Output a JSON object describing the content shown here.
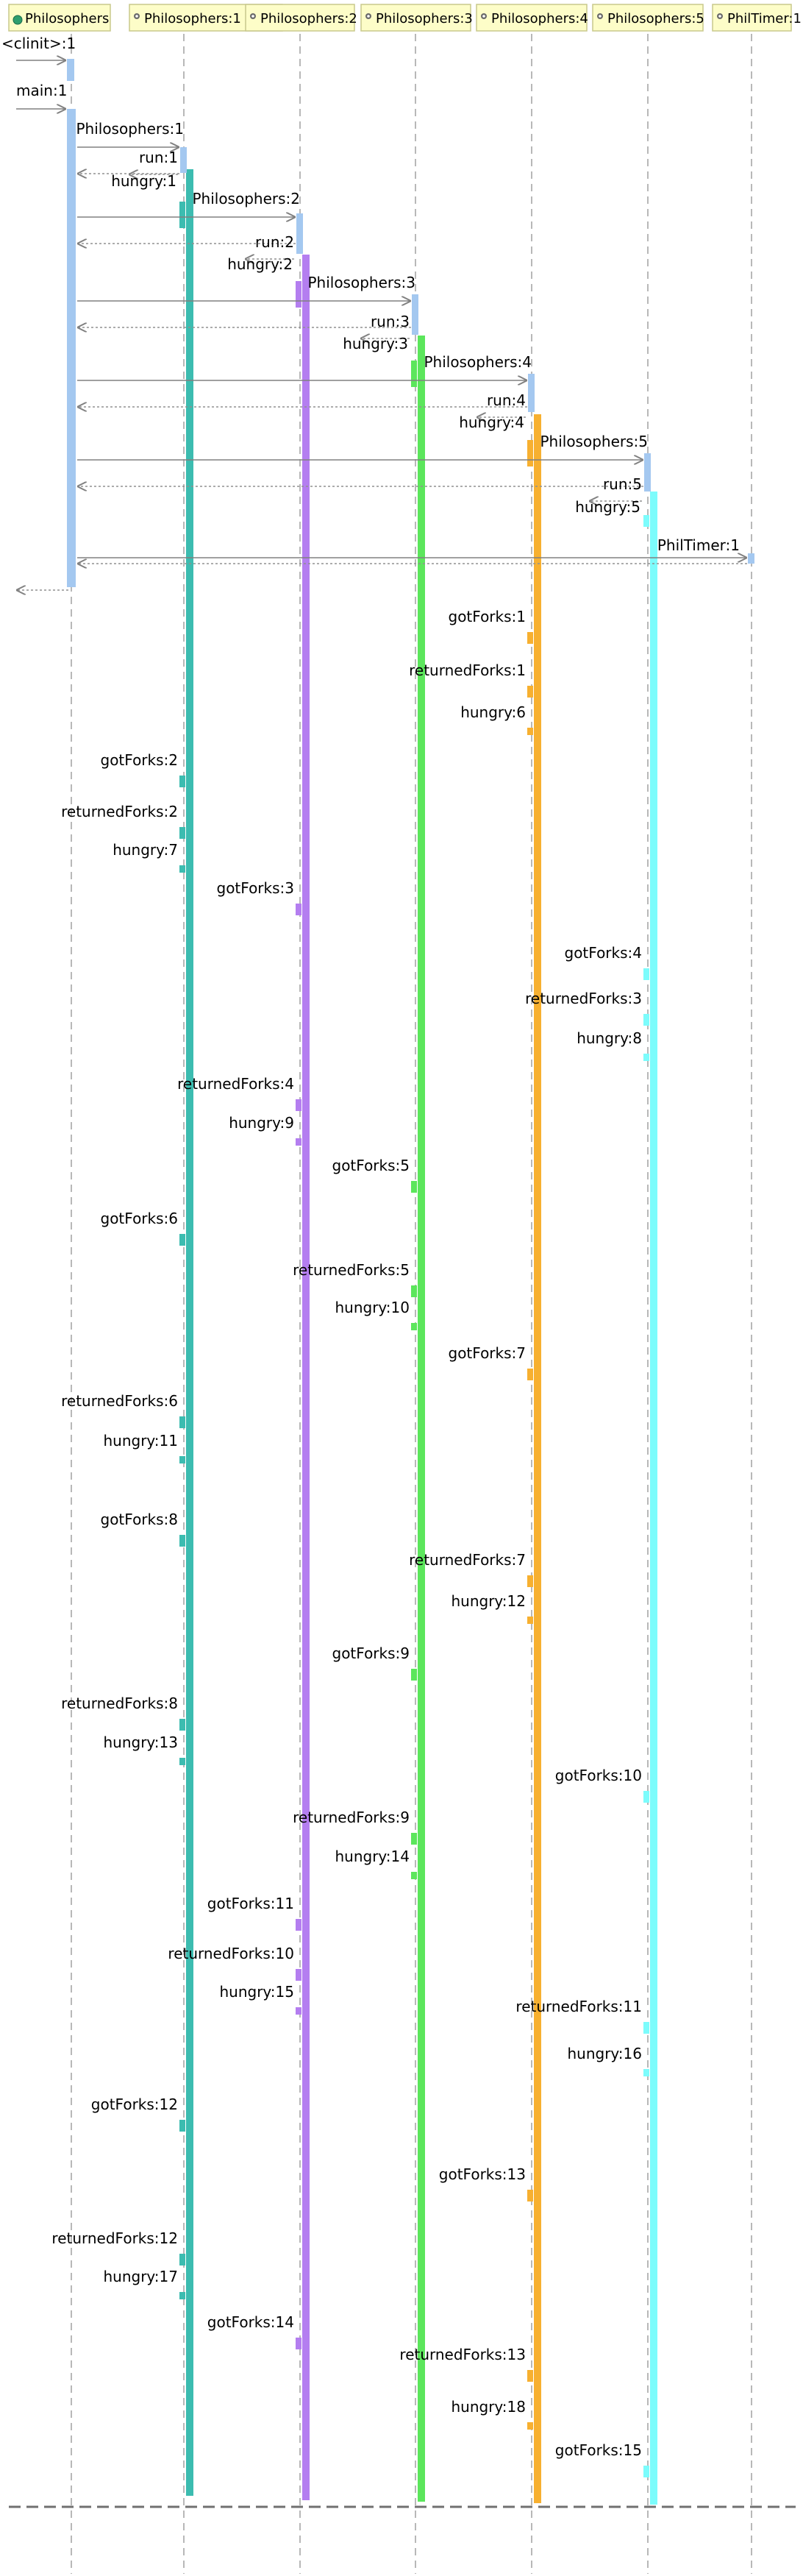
{
  "colors": {
    "header_fill": "#fdfdc8",
    "header_stroke": "#c8c88c",
    "header_icon": "#2e9e6e",
    "lifeline": "#b8b8b8",
    "arrow": "#808080",
    "main_activation": "#a4c8f0",
    "bottom_divider": "#707070"
  },
  "header_icon": "class-icon",
  "participants": [
    {
      "label": "Philosophers",
      "color": "#a4c8f0"
    },
    {
      "label": "Philosophers:1",
      "color": "#3cbcb0"
    },
    {
      "label": "Philosophers:2",
      "color": "#b47ef0"
    },
    {
      "label": "Philosophers:3",
      "color": "#5ce65c"
    },
    {
      "label": "Philosophers:4",
      "color": "#f7b030"
    },
    {
      "label": "Philosophers:5",
      "color": "#7cfcfc"
    },
    {
      "label": "PhilTimer:1",
      "color": "#a4c8f0"
    }
  ],
  "setup_messages": [
    {
      "label": "<clinit>:1"
    },
    {
      "label": "main:1"
    },
    {
      "label": "Philosophers:1"
    },
    {
      "label": "run:1"
    },
    {
      "label": "hungry:1"
    },
    {
      "label": "Philosophers:2"
    },
    {
      "label": "run:2"
    },
    {
      "label": "hungry:2"
    },
    {
      "label": "Philosophers:3"
    },
    {
      "label": "run:3"
    },
    {
      "label": "hungry:3"
    },
    {
      "label": "Philosophers:4"
    },
    {
      "label": "run:4"
    },
    {
      "label": "hungry:4"
    },
    {
      "label": "Philosophers:5"
    },
    {
      "label": "run:5"
    },
    {
      "label": "hungry:5"
    },
    {
      "label": "PhilTimer:1"
    }
  ],
  "self_messages": [
    {
      "label": "gotForks:1",
      "lifeline": 4
    },
    {
      "label": "returnedForks:1",
      "lifeline": 4
    },
    {
      "label": "hungry:6",
      "lifeline": 4
    },
    {
      "label": "gotForks:2",
      "lifeline": 1
    },
    {
      "label": "returnedForks:2",
      "lifeline": 1
    },
    {
      "label": "hungry:7",
      "lifeline": 1
    },
    {
      "label": "gotForks:3",
      "lifeline": 2
    },
    {
      "label": "gotForks:4",
      "lifeline": 5
    },
    {
      "label": "returnedForks:3",
      "lifeline": 5
    },
    {
      "label": "hungry:8",
      "lifeline": 5
    },
    {
      "label": "returnedForks:4",
      "lifeline": 2
    },
    {
      "label": "hungry:9",
      "lifeline": 2
    },
    {
      "label": "gotForks:5",
      "lifeline": 3
    },
    {
      "label": "gotForks:6",
      "lifeline": 1
    },
    {
      "label": "returnedForks:5",
      "lifeline": 3
    },
    {
      "label": "hungry:10",
      "lifeline": 3
    },
    {
      "label": "gotForks:7",
      "lifeline": 4
    },
    {
      "label": "returnedForks:6",
      "lifeline": 1
    },
    {
      "label": "hungry:11",
      "lifeline": 1
    },
    {
      "label": "gotForks:8",
      "lifeline": 1
    },
    {
      "label": "returnedForks:7",
      "lifeline": 4
    },
    {
      "label": "hungry:12",
      "lifeline": 4
    },
    {
      "label": "gotForks:9",
      "lifeline": 3
    },
    {
      "label": "returnedForks:8",
      "lifeline": 1
    },
    {
      "label": "hungry:13",
      "lifeline": 1
    },
    {
      "label": "gotForks:10",
      "lifeline": 5
    },
    {
      "label": "returnedForks:9",
      "lifeline": 3
    },
    {
      "label": "hungry:14",
      "lifeline": 3
    },
    {
      "label": "gotForks:11",
      "lifeline": 2
    },
    {
      "label": "returnedForks:10",
      "lifeline": 2
    },
    {
      "label": "hungry:15",
      "lifeline": 2
    },
    {
      "label": "returnedForks:11",
      "lifeline": 5
    },
    {
      "label": "hungry:16",
      "lifeline": 5
    },
    {
      "label": "gotForks:12",
      "lifeline": 1
    },
    {
      "label": "gotForks:13",
      "lifeline": 4
    },
    {
      "label": "returnedForks:12",
      "lifeline": 1
    },
    {
      "label": "hungry:17",
      "lifeline": 1
    },
    {
      "label": "gotForks:14",
      "lifeline": 2
    },
    {
      "label": "returnedForks:13",
      "lifeline": 4
    },
    {
      "label": "hungry:18",
      "lifeline": 4
    },
    {
      "label": "gotForks:15",
      "lifeline": 5
    }
  ]
}
